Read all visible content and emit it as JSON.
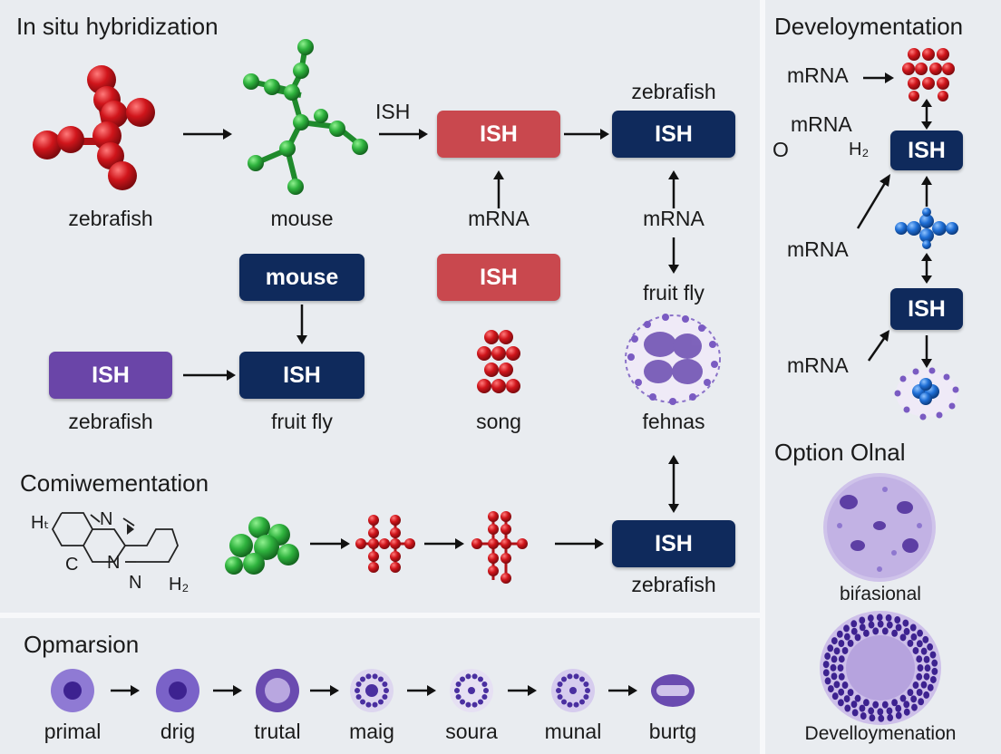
{
  "main": {
    "title": "In situ hybridization",
    "row1": {
      "zebrafish_label": "zebrafish",
      "mouse_label": "mouse",
      "ish_text": "ISH",
      "box_ish_red": "ISH",
      "box_ish_navy": "ISH",
      "zebrafish_top": "zebrafish",
      "mrna_left": "mRNA",
      "mrna_right": "mRNA"
    },
    "row2": {
      "box_mouse": "mouse",
      "box_ish_red2": "ISH",
      "fruitfly_label": "fruit fly",
      "box_ish_purple": "ISH",
      "box_ish_navy2": "ISH",
      "zebrafish_label": "zebrafish",
      "fruitfly_label2": "fruit fly",
      "song_label": "song",
      "fehnas_label": "fehnas"
    },
    "section2": {
      "title": "Comiwementation",
      "chem_h1": "Hₜ",
      "chem_n1": "N",
      "chem_c": "C",
      "chem_n2": "N",
      "chem_n3": "N",
      "chem_h2": "H₂",
      "box_ish": "ISH",
      "zebrafish_label": "zebrafish"
    }
  },
  "bottom": {
    "title": "Opmarsion",
    "cells": [
      "primal",
      "drig",
      "trutal",
      "maig",
      "soura",
      "munal",
      "burtg"
    ]
  },
  "right": {
    "title": "Develoymentation",
    "mrna1": "mRNA",
    "o_label": "O",
    "mrna2": "mRNA",
    "h2_label": "H₂",
    "box_ish1": "ISH",
    "mrna3": "mRNA",
    "box_ish2": "ISH",
    "mrna4": "mRNA",
    "option_title": "Option Olnal",
    "bir_label": "biŕasional",
    "bottom_label": "Develloymenation"
  },
  "colors": {
    "navy": "#0f2a5c",
    "red_box": "#c9484e",
    "purple_box": "#6a45a8",
    "molecule_red": "#d0151b",
    "molecule_green": "#2fb33e",
    "molecule_blue": "#1f6fd6",
    "cell_purple": "#6a4bb0"
  }
}
